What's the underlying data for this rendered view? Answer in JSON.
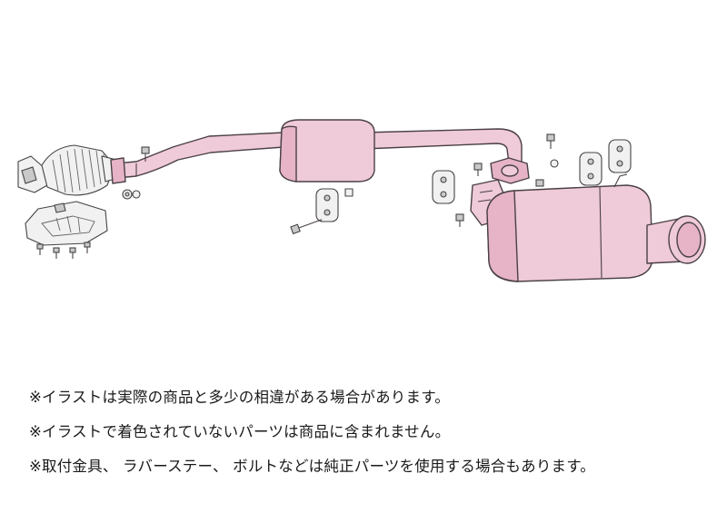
{
  "diagram": {
    "parts": [
      {
        "id": "catalytic-converter",
        "icon": "catalytic-converter-icon"
      },
      {
        "id": "heat-shield",
        "icon": "heat-shield-icon"
      },
      {
        "id": "front-pipe",
        "icon": "pipe-icon"
      },
      {
        "id": "center-muffler",
        "icon": "muffler-icon"
      },
      {
        "id": "rear-muffler",
        "icon": "muffler-icon"
      },
      {
        "id": "tailpipe",
        "icon": "tailpipe-icon"
      },
      {
        "id": "rubber-hangers",
        "icon": "rubber-hanger-icon"
      },
      {
        "id": "bolts-nuts",
        "icon": "bolt-icon"
      }
    ],
    "colors": {
      "exhaust_pink": "#efcad8",
      "stock_gray": "#f1f1f1",
      "outline": "#4a4046"
    }
  },
  "notes": [
    "※イラストは実際の商品と多少の相違がある場合があります。",
    "※イラストで着色されていないパーツは商品に含まれません。",
    "※取付金具、 ラバーステー、 ボルトなどは純正パーツを使用する場合もあります。"
  ]
}
